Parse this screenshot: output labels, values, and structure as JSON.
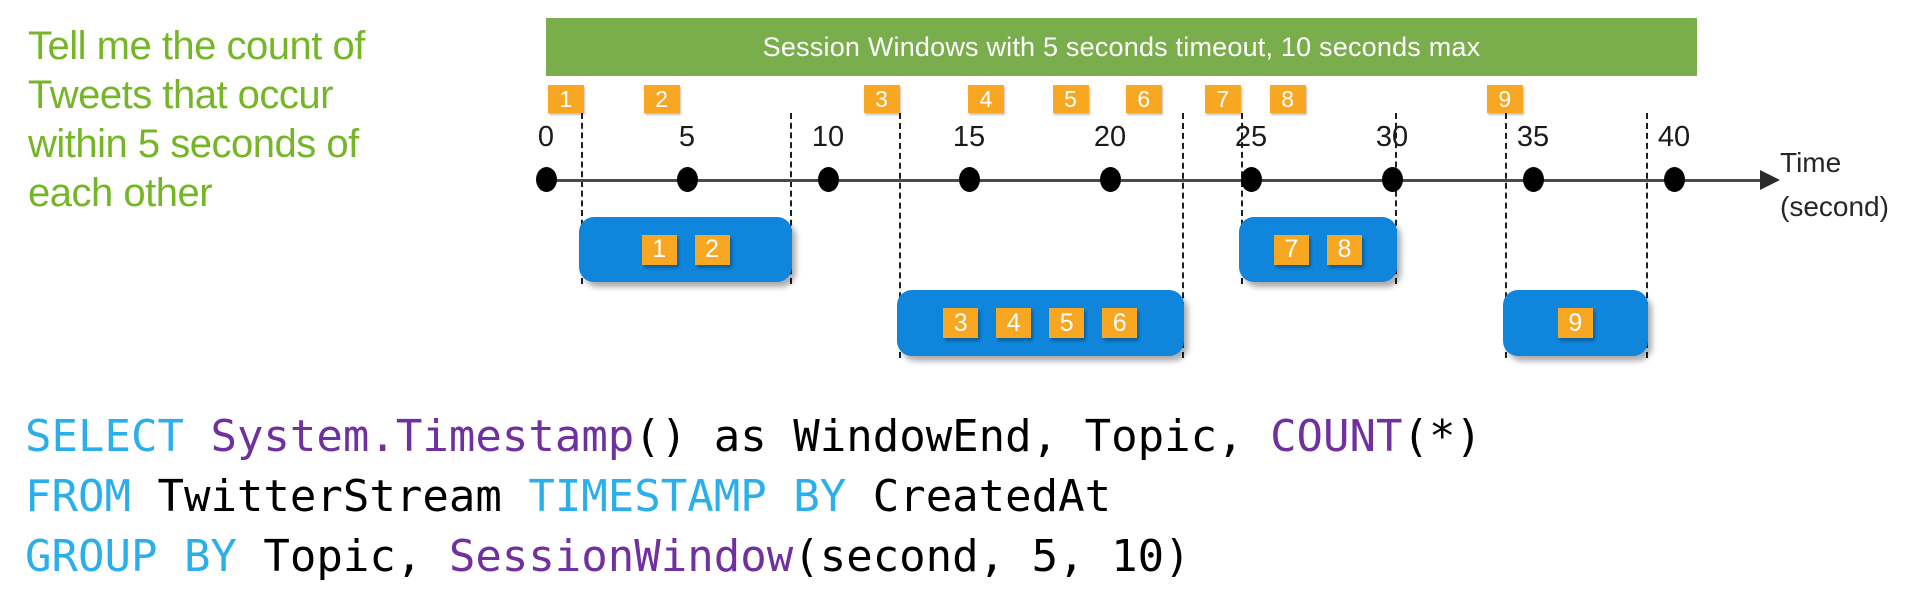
{
  "question": {
    "lines": [
      "Tell me the count of",
      "Tweets that occur",
      "within 5 seconds of",
      "each other"
    ]
  },
  "banner": {
    "label": "Session Windows with 5 seconds timeout, 10 seconds max"
  },
  "colors": {
    "question_green": "#74b626",
    "banner_green": "#7aae4c",
    "event_orange": "#f8a723",
    "session_blue": "#0f86dc",
    "keyword_cyan": "#2aafeb",
    "function_purple": "#7030a0",
    "code_black": "#000000"
  },
  "timeline": {
    "axis_label_line1": "Time",
    "axis_label_line2": "(second)",
    "unit": "second",
    "range": [
      0,
      40
    ],
    "ticks": [
      {
        "t": 0,
        "label": "0"
      },
      {
        "t": 5,
        "label": "5"
      },
      {
        "t": 10,
        "label": "10"
      },
      {
        "t": 15,
        "label": "15"
      },
      {
        "t": 20,
        "label": "20"
      },
      {
        "t": 25,
        "label": "25"
      },
      {
        "t": 30,
        "label": "30"
      },
      {
        "t": 35,
        "label": "35"
      },
      {
        "t": 40,
        "label": "40"
      }
    ],
    "events": [
      {
        "id": "1",
        "t": 0.7
      },
      {
        "id": "2",
        "t": 4.1
      },
      {
        "id": "3",
        "t": 11.9
      },
      {
        "id": "4",
        "t": 15.6
      },
      {
        "id": "5",
        "t": 18.6
      },
      {
        "id": "6",
        "t": 21.2
      },
      {
        "id": "7",
        "t": 24.0
      },
      {
        "id": "8",
        "t": 26.3
      },
      {
        "id": "9",
        "t": 34.0
      }
    ],
    "sessions": [
      {
        "name": "session-1",
        "row": 0,
        "t_start": 1.25,
        "t_end": 8.65,
        "events": [
          "1",
          "2"
        ]
      },
      {
        "name": "session-2",
        "row": 1,
        "t_start": 12.5,
        "t_end": 22.55,
        "events": [
          "3",
          "4",
          "5",
          "6"
        ]
      },
      {
        "name": "session-3",
        "row": 0,
        "t_start": 24.65,
        "t_end": 30.1,
        "events": [
          "7",
          "8"
        ]
      },
      {
        "name": "session-4",
        "row": 1,
        "t_start": 34.0,
        "t_end": 39.0,
        "events": [
          "9"
        ]
      }
    ]
  },
  "code": {
    "lines": [
      [
        {
          "text": "SELECT",
          "type": "keyword"
        },
        {
          "text": " ",
          "type": "plain"
        },
        {
          "text": "System.Timestamp",
          "type": "function"
        },
        {
          "text": "() as WindowEnd, Topic, ",
          "type": "plain"
        },
        {
          "text": "COUNT",
          "type": "function"
        },
        {
          "text": "(*)",
          "type": "plain"
        }
      ],
      [
        {
          "text": "FROM",
          "type": "keyword"
        },
        {
          "text": " TwitterStream ",
          "type": "plain"
        },
        {
          "text": "TIMESTAMP BY",
          "type": "keyword"
        },
        {
          "text": " CreatedAt",
          "type": "plain"
        }
      ],
      [
        {
          "text": "GROUP BY",
          "type": "keyword"
        },
        {
          "text": " Topic, ",
          "type": "plain"
        },
        {
          "text": "SessionWindow",
          "type": "function"
        },
        {
          "text": "(second, 5, 10)",
          "type": "plain"
        }
      ]
    ]
  }
}
